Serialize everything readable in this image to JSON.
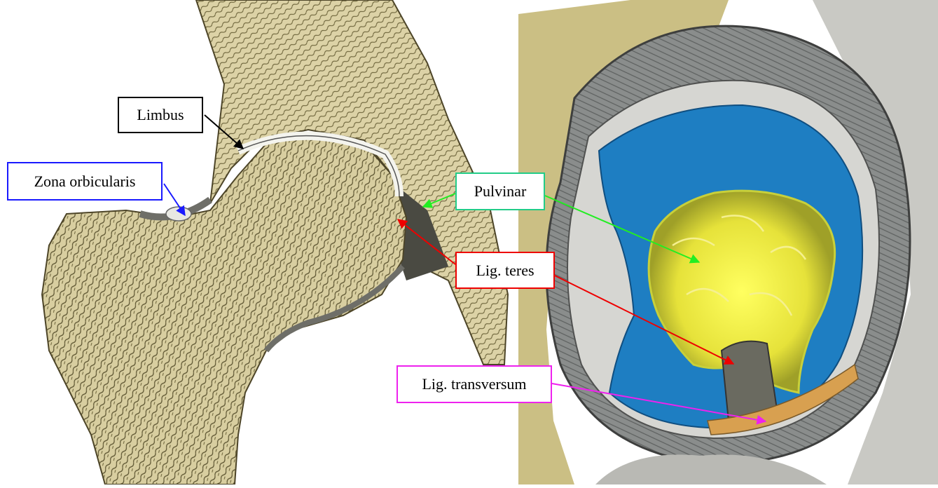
{
  "labels": {
    "limbus": "Limbus",
    "zona_orbicularis": "Zona orbicularis",
    "pulvinar": "Pulvinar",
    "lig_teres": "Lig. teres",
    "lig_transversum": "Lig. transversum"
  },
  "colors": {
    "limbus": "#000000",
    "zona_orbicularis": "#1a1aff",
    "pulvinar": "#22cc88",
    "pulvinar_arrow": "#22ee22",
    "lig_teres": "#ee0000",
    "lig_transversum": "#ee22ee",
    "bone": "#d9cfa0",
    "bone_texture": "#5a5230",
    "acetabulum_fill": "#1a7fc4",
    "fat_pad": "#e6e03a",
    "cartilage": "#f0f0ea"
  }
}
